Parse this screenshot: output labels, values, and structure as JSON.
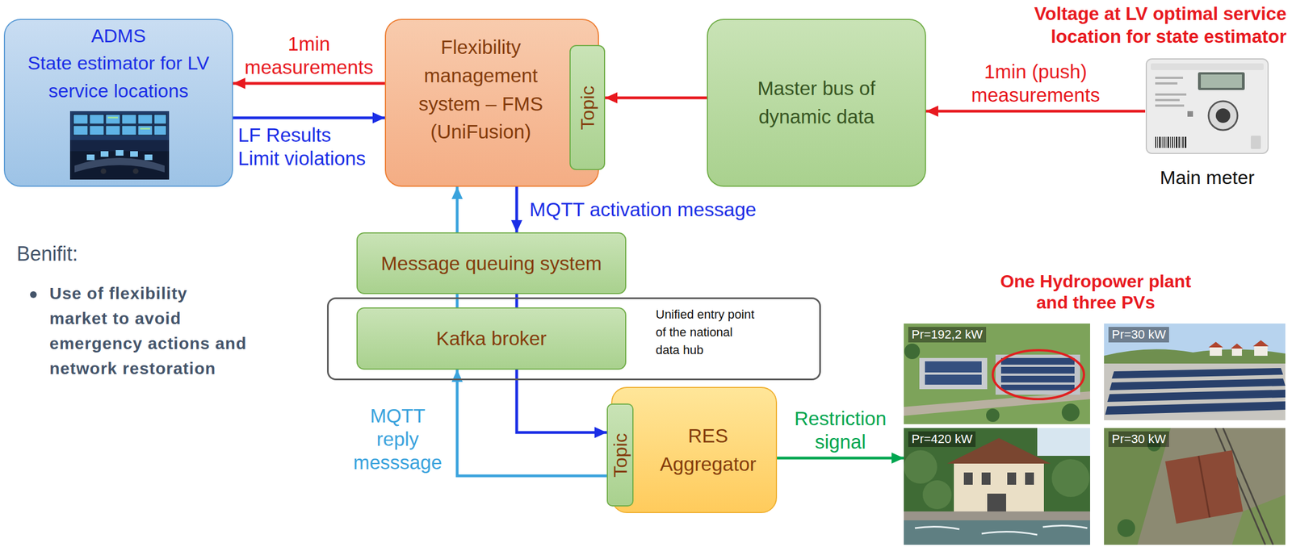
{
  "diagram": {
    "nodes": [
      {
        "text": [
          "ADMS",
          "State estimator for LV service locations"
        ]
      },
      {
        "text": [
          "Flexibility management system – FMS (UniFusion)"
        ]
      },
      {
        "text": [
          "Topic"
        ],
        "in": 1
      },
      {
        "text": [
          "Master bus of dynamic data"
        ]
      },
      {
        "text": [
          "Voltage at LV optimal service location for state estimator",
          "Main meter"
        ]
      },
      {
        "text": [
          "Message queuing system"
        ]
      },
      {
        "text": [
          "Unified entry point of the national data hub"
        ]
      },
      {
        "text": [
          "Kafka broker"
        ],
        "in": 6
      },
      {
        "text": [
          "RES Aggregator"
        ]
      },
      {
        "text": [
          "Topic"
        ],
        "in": 8
      },
      {
        "text": [
          "One Hydropower plant and three PVs"
        ]
      },
      {
        "text": [
          "Pr=192,2 kW"
        ],
        "in": 10
      },
      {
        "text": [
          "Pr=30 kW"
        ],
        "in": 10
      },
      {
        "text": [
          "Pr=420 kW"
        ],
        "in": 10
      },
      {
        "text": [
          "Pr=30 kW"
        ],
        "in": 10
      }
    ],
    "edges": [
      {
        "from": 1,
        "to": 0,
        "label": "1min measurements",
        "arrow": "to"
      },
      {
        "from": 0,
        "to": 1,
        "label": "LF Results Limit violations",
        "arrow": "to"
      },
      {
        "from": 3,
        "to": 2,
        "arrow": "to"
      },
      {
        "from": 4,
        "to": 3,
        "label": "1min (push) measurements",
        "arrow": "to"
      },
      {
        "from": 1,
        "to": 5,
        "label": "MQTT activation message",
        "arrow": "to"
      },
      {
        "from": 5,
        "to": 1,
        "arrow": "to"
      },
      {
        "from": 5,
        "to": 7,
        "arrow": "none"
      },
      {
        "from": 7,
        "to": 5,
        "arrow": "none"
      },
      {
        "from": 7,
        "to": 9,
        "arrow": "to"
      },
      {
        "from": 9,
        "to": 7,
        "label": "MQTT reply messsage",
        "arrow": "to"
      },
      {
        "from": 8,
        "to": 10,
        "label": "Restriction signal",
        "arrow": "to"
      }
    ],
    "labels": [
      "Benifit:",
      "Use of flexibility market to avoid emergency actions and network restoration"
    ]
  }
}
